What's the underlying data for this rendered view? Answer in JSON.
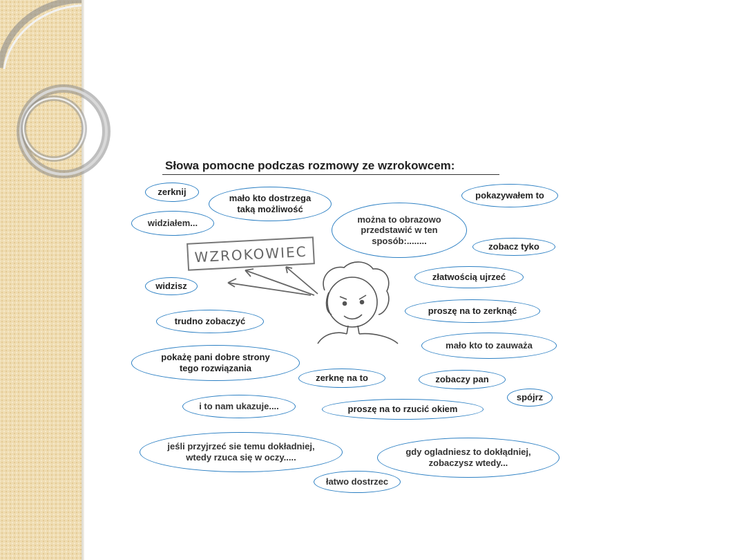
{
  "title": "Słowa pomocne podczas rozmowy ze wzrokowcem:",
  "sign_label": "WZROKOWIEC",
  "bubbles": [
    "zerknij",
    "mało kto dostrzega\n taką możliwość",
    "można to obrazowo\nprzedstawić w ten\nsposób:........",
    "pokazywałem to",
    "widziałem...",
    "zobacz tyko",
    "złatwością ujrzeć",
    "widzisz",
    "proszę na to zerknąć",
    "trudno zobaczyć",
    "mało kto to zauważa",
    "pokażę pani dobre strony\ntego rozwiązania",
    "zerknę na to",
    "zobaczy pan",
    "spójrz",
    "i to nam ukazuje....",
    "proszę na to rzucić okiem",
    "jeśli przyjrzeć sie temu dokładniej,\nwtedy rzuca się w oczy.....",
    "gdy ogladniesz to dokłądniej,\nzobaczysz wtedy...",
    "łatwo dostrzec"
  ],
  "colors": {
    "bubble_border": "#2b7fc3",
    "side_band": "#efdcb2"
  }
}
